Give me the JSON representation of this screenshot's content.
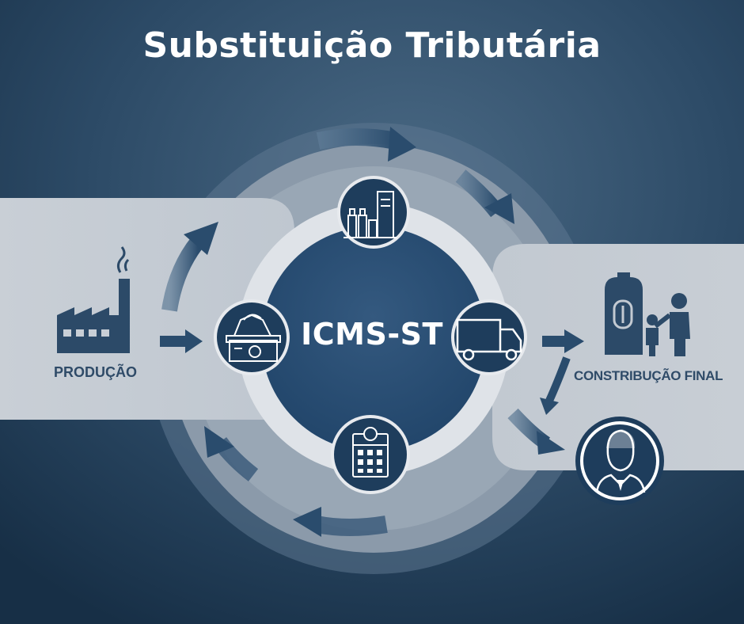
{
  "title": "Substituição Tributária",
  "center": {
    "label": "ICMS-ST"
  },
  "left_node": {
    "label": "PRODUÇÃO",
    "icon": "factory-icon"
  },
  "right_node": {
    "label": "CONSTRIBUÇÃO FINAL",
    "icon": "consumer-family-icon"
  },
  "bottom_right_node": {
    "label": "",
    "icon": "businessman-avatar-icon"
  },
  "ring_nodes": [
    {
      "icon": "industry-buildings-icon",
      "position": "top"
    },
    {
      "icon": "goods-crates-icon",
      "position": "left"
    },
    {
      "icon": "delivery-truck-icon",
      "position": "right"
    },
    {
      "icon": "calendar-icon",
      "position": "bottom"
    }
  ],
  "colors": {
    "background_dark": "#1f3a54",
    "background_light": "#3f5e79",
    "panel": "#c3cad2",
    "ring_outer": "#8e9eae",
    "ring_inner": "#dfe3e8",
    "center": "#2b5177",
    "node": "#1e3d5c",
    "arrow": "#2a4c6d"
  }
}
